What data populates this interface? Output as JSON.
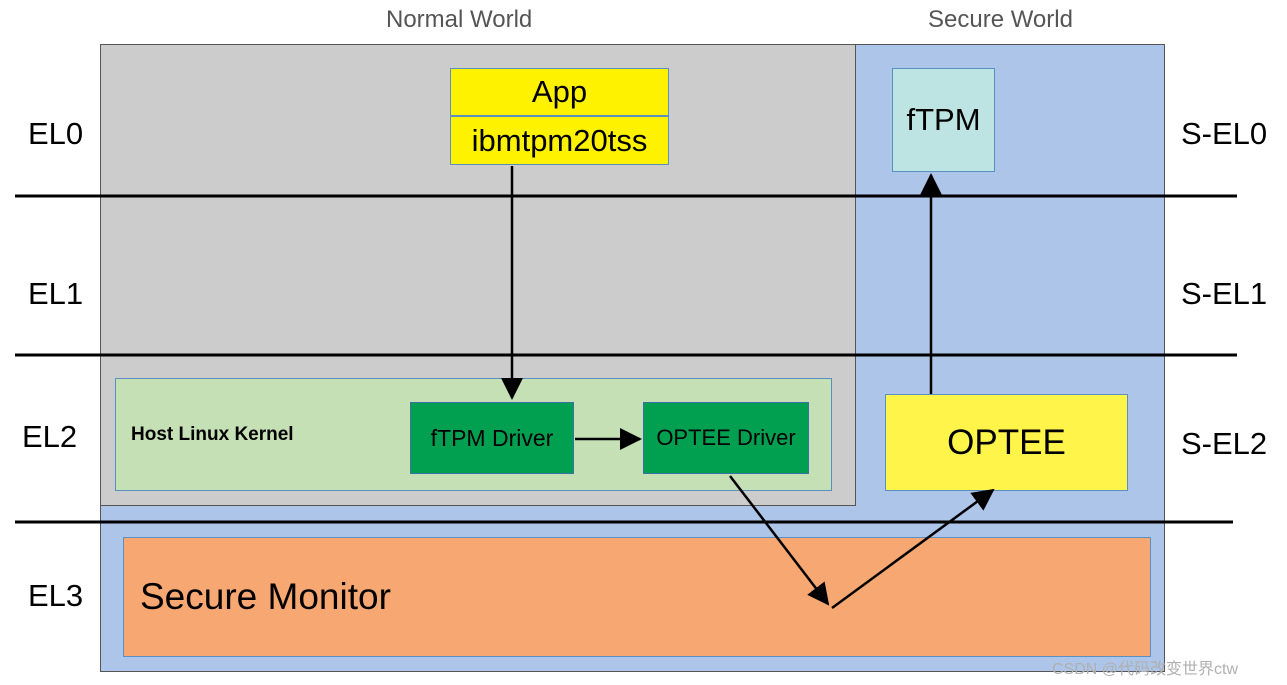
{
  "worlds": {
    "normal": "Normal World",
    "secure": "Secure World"
  },
  "levels": {
    "normal": [
      "EL0",
      "EL1",
      "EL2",
      "EL3"
    ],
    "secure": [
      "S-EL0",
      "S-EL1",
      "S-EL2"
    ]
  },
  "boxes": {
    "app": "App",
    "tss": "ibmtpm20tss",
    "ftpm": "fTPM",
    "kernel": "Host Linux Kernel",
    "ftpm_driver": "fTPM Driver",
    "optee_driver": "OPTEE Driver",
    "optee": "OPTEE",
    "secure_monitor": "Secure Monitor"
  },
  "watermark": "CSDN @代码改变世界ctw",
  "colors": {
    "normal_bg": "#cccccc",
    "secure_bg": "#adc5e8",
    "app": "#fff200",
    "ftpm": "#bde3e3",
    "kernel": "#c5e0b4",
    "driver": "#00a050",
    "optee": "#fff44a",
    "monitor": "#f7a872"
  }
}
